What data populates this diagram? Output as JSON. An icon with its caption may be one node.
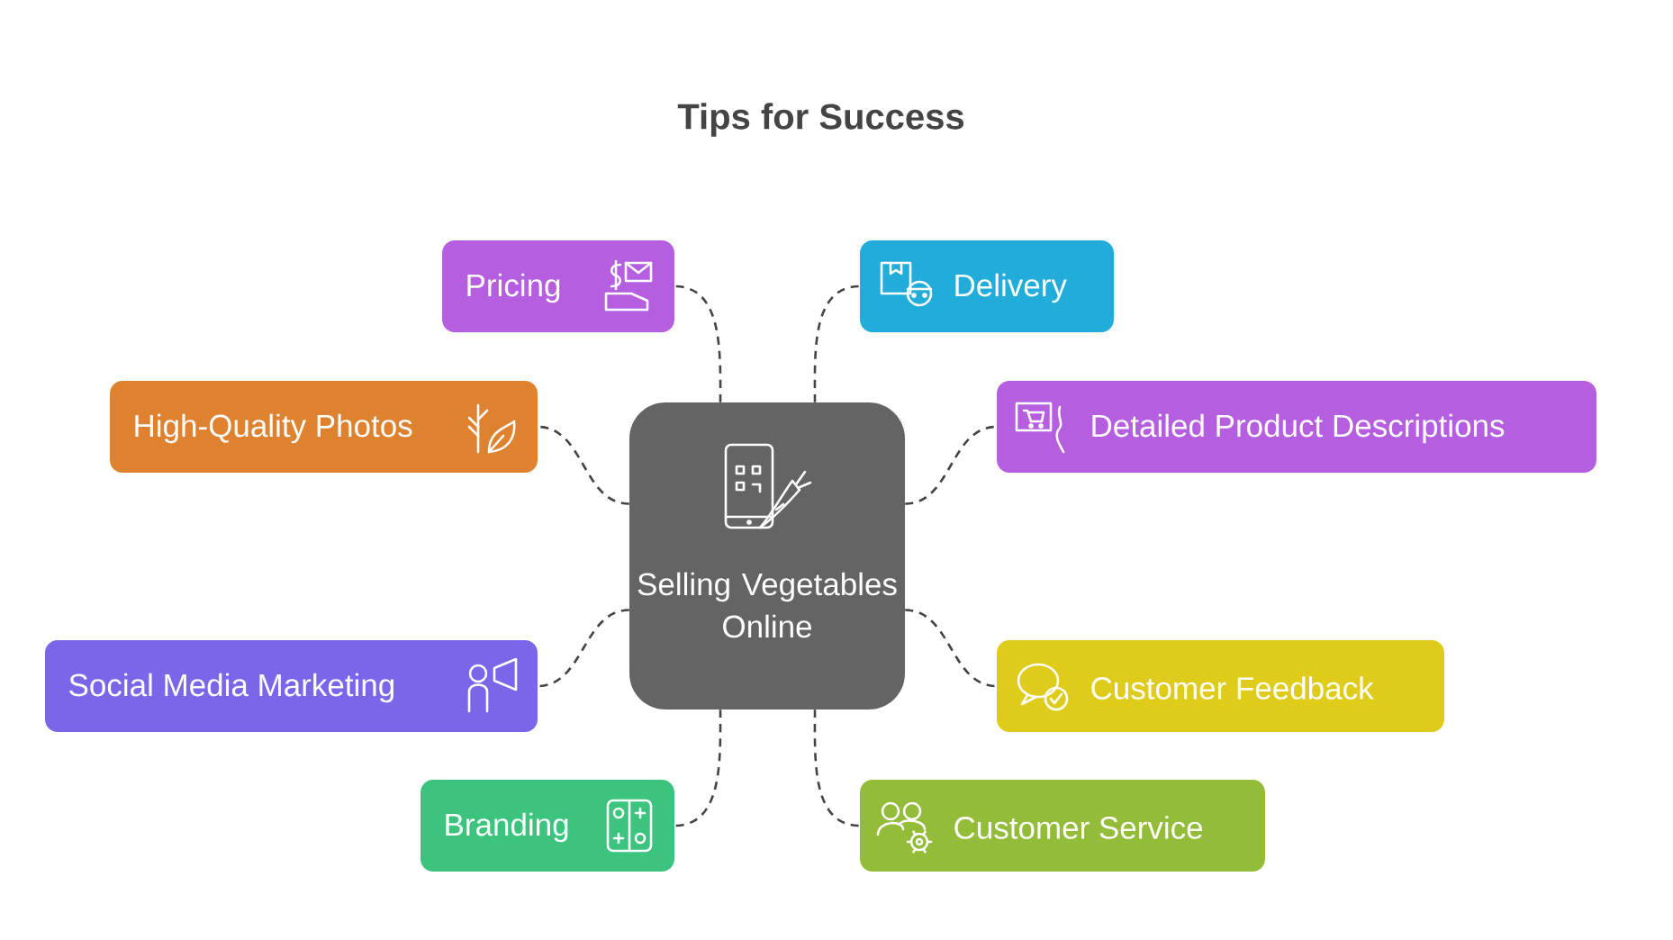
{
  "diagram": {
    "title": "Tips for Success",
    "nodes": [
      {
        "text": [
          "Selling Vegetables Online"
        ]
      },
      {
        "text": [
          "Pricing"
        ]
      },
      {
        "text": [
          "Delivery"
        ]
      },
      {
        "text": [
          "High-Quality Photos"
        ]
      },
      {
        "text": [
          "Detailed Product Descriptions"
        ]
      },
      {
        "text": [
          "Social Media Marketing"
        ]
      },
      {
        "text": [
          "Customer Feedback"
        ]
      },
      {
        "text": [
          "Branding"
        ]
      },
      {
        "text": [
          "Customer Service"
        ]
      }
    ],
    "edges": [
      {
        "from": 0,
        "to": 1,
        "arrow": "none",
        "style": "dashed"
      },
      {
        "from": 0,
        "to": 2,
        "arrow": "none",
        "style": "dashed"
      },
      {
        "from": 0,
        "to": 3,
        "arrow": "none",
        "style": "dashed"
      },
      {
        "from": 0,
        "to": 4,
        "arrow": "none",
        "style": "dashed"
      },
      {
        "from": 0,
        "to": 5,
        "arrow": "none",
        "style": "dashed"
      },
      {
        "from": 0,
        "to": 6,
        "arrow": "none",
        "style": "dashed"
      },
      {
        "from": 0,
        "to": 7,
        "arrow": "none",
        "style": "dashed"
      },
      {
        "from": 0,
        "to": 8,
        "arrow": "none",
        "style": "dashed"
      }
    ]
  }
}
